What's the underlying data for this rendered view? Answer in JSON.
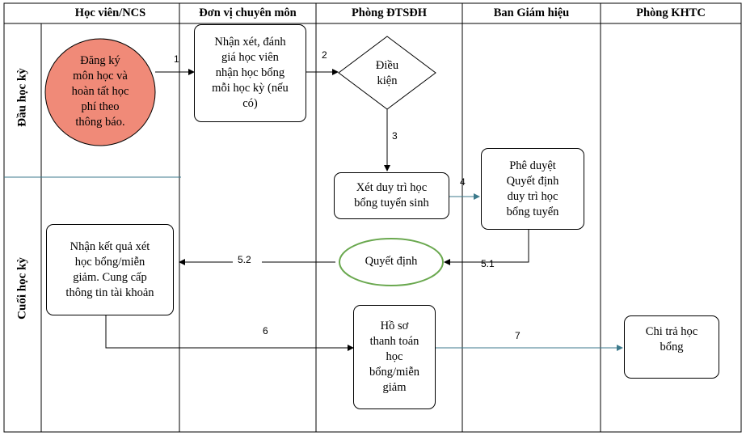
{
  "lanes": [
    {
      "title": "Học viên/NCS"
    },
    {
      "title": "Đơn vị chuyên môn"
    },
    {
      "title": "Phòng ĐTSĐH"
    },
    {
      "title": "Ban Giám hiệu"
    },
    {
      "title": "Phòng KHTC"
    }
  ],
  "phases": [
    {
      "title": "Đầu học kỳ"
    },
    {
      "title": "Cuối học kỳ"
    }
  ],
  "nodes": {
    "register": "Đăng ký\nmôn học và\nhoàn tất học\nphí theo\nthông báo.",
    "evaluate": "Nhận xét, đánh\ngiá học viên\nnhận học bổng\nmỗi học kỳ (nếu\ncó)",
    "condition": "Điều\nkiện",
    "maintain": "Xét duy trì học\nbổng tuyển sinh",
    "approve": "Phê duyệt\nQuyết định\nduy trì học\nbổng tuyển",
    "decision": "Quyết định",
    "receive": "Nhận kết quả xét\nhọc bổng/miễn\ngiảm. Cung cấp\nthông tin tài khoản",
    "dossier": "Hồ sơ\nthanh toán\nhọc\nbổng/miễn\ngiảm",
    "pay": "Chi trả học\nbổng"
  },
  "steps": {
    "s1": "1",
    "s2": "2",
    "s3": "3",
    "s4": "4",
    "s51": "5.1",
    "s52": "5.2",
    "s6": "6",
    "s7": "7"
  },
  "colors": {
    "register_fill": "#f08a78",
    "decision_border": "#6aa84f",
    "teal_line": "#3c7a8c",
    "lane_border": "#000000"
  }
}
